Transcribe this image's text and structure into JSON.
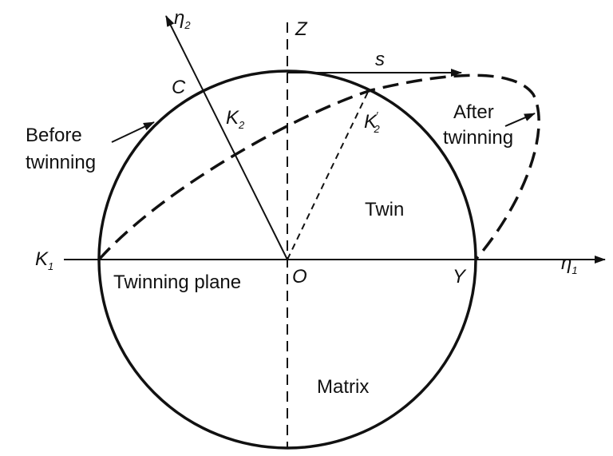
{
  "colors": {
    "line": "#111111",
    "background": "#ffffff"
  },
  "labels": {
    "eta2": "η",
    "eta2_sub": "2",
    "eta1": "η",
    "eta1_sub": "1",
    "z_axis": "Z",
    "s": "s",
    "c": "C",
    "k1": "K",
    "k1_sub": "1",
    "k2": "K",
    "k2_sub": "2",
    "k2_prime": "K",
    "k2_prime_sub": "2",
    "k2_prime_mark": "′",
    "o": "O",
    "y": "Y",
    "before_line1": "Before",
    "before_line2": "twinning",
    "after_line1": "After",
    "after_line2": "twinning",
    "twin": "Twin",
    "twinning_plane": "Twinning plane",
    "matrix": "Matrix"
  }
}
